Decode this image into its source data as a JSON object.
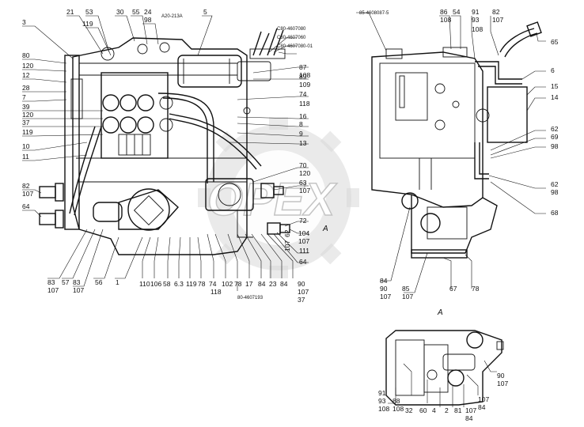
{
  "drawing": {
    "view_label": "A",
    "watermark": "OPEX"
  },
  "callouts": {
    "left_view": [
      "3",
      "21",
      "53",
      "119",
      "30",
      "55",
      "24",
      "98",
      "5",
      "80",
      "120",
      "12",
      "28",
      "7",
      "39",
      "120",
      "37",
      "119",
      "10",
      "11",
      "82",
      "107",
      "64",
      "83",
      "107",
      "57",
      "83",
      "107",
      "56",
      "1",
      "110",
      "106",
      "58",
      "6.3",
      "119",
      "78",
      "74",
      "118",
      "102",
      "78",
      "17",
      "84",
      "23",
      "84",
      "90",
      "107",
      "37",
      "104",
      "107",
      "111",
      "64",
      "89",
      "109",
      "74",
      "118",
      "16",
      "8",
      "9",
      "13",
      "70",
      "120",
      "63",
      "107",
      "72",
      "87",
      "108"
    ],
    "left_view_vertical": [
      "62",
      "107"
    ],
    "right_view": [
      "86",
      "108",
      "54",
      "91",
      "93",
      "108",
      "82",
      "107",
      "65",
      "6",
      "15",
      "14",
      "62",
      "69",
      "98",
      "62",
      "98",
      "68",
      "84",
      "90",
      "107",
      "85",
      "107",
      "67",
      "78"
    ],
    "inset_a": [
      "91",
      "93",
      "108",
      "88",
      "108",
      "32",
      "60",
      "4",
      "2",
      "81",
      "107",
      "84",
      "107",
      "84",
      "90",
      "107"
    ]
  },
  "part_numbers": {
    "top_a": "А20-213А",
    "top_b": "С80-4607080",
    "top_c": "С80-4607060",
    "top_d": "С80-4607080-01",
    "right_top": "85-4608087-5",
    "bottom": "80-4607193"
  }
}
